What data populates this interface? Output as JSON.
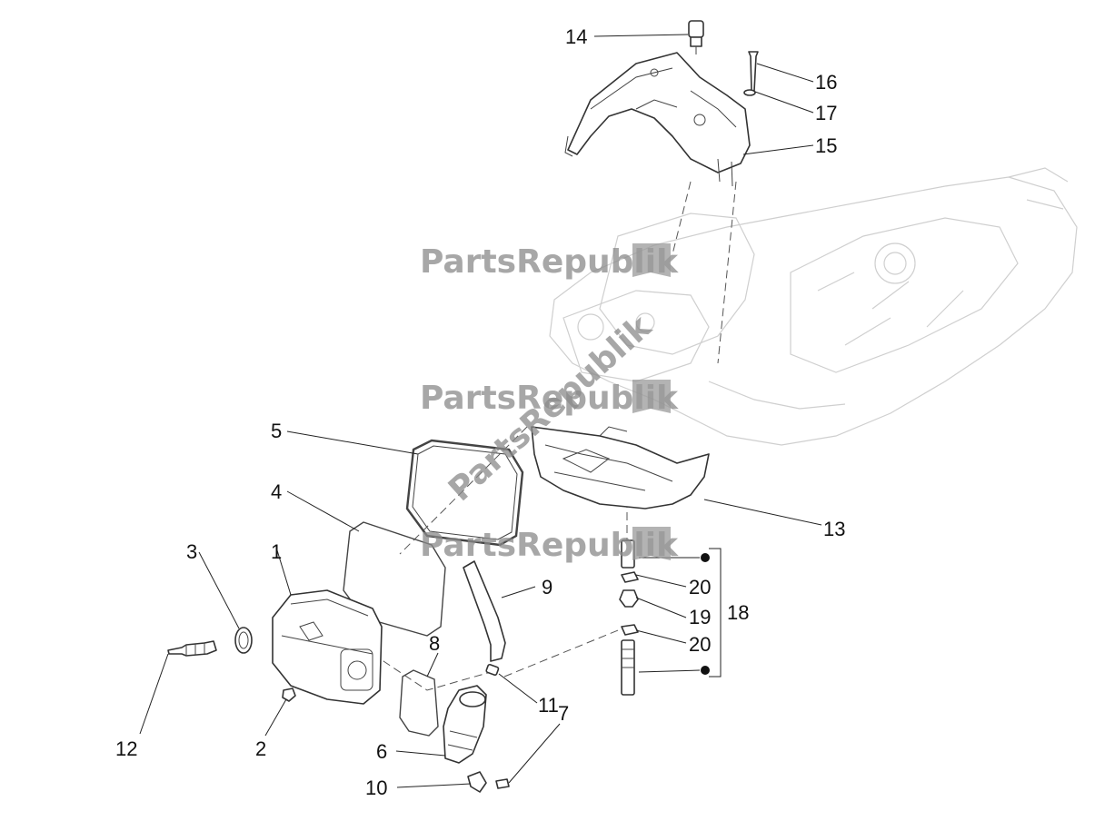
{
  "watermark": {
    "brand": "PartsRepublik",
    "icon": "gear-flag-icon"
  },
  "callouts": [
    {
      "id": "c1",
      "label": "1"
    },
    {
      "id": "c2",
      "label": "2"
    },
    {
      "id": "c3",
      "label": "3"
    },
    {
      "id": "c4",
      "label": "4"
    },
    {
      "id": "c5",
      "label": "5"
    },
    {
      "id": "c6",
      "label": "6"
    },
    {
      "id": "c7",
      "label": "7"
    },
    {
      "id": "c8",
      "label": "8"
    },
    {
      "id": "c9",
      "label": "9"
    },
    {
      "id": "c10",
      "label": "10"
    },
    {
      "id": "c11",
      "label": "11"
    },
    {
      "id": "c12",
      "label": "12"
    },
    {
      "id": "c13",
      "label": "13"
    },
    {
      "id": "c14",
      "label": "14"
    },
    {
      "id": "c15",
      "label": "15"
    },
    {
      "id": "c16",
      "label": "16"
    },
    {
      "id": "c17",
      "label": "17"
    },
    {
      "id": "c18",
      "label": "18"
    },
    {
      "id": "c19",
      "label": "19"
    },
    {
      "id": "c20a",
      "label": "20"
    },
    {
      "id": "c20b",
      "label": "20"
    }
  ]
}
